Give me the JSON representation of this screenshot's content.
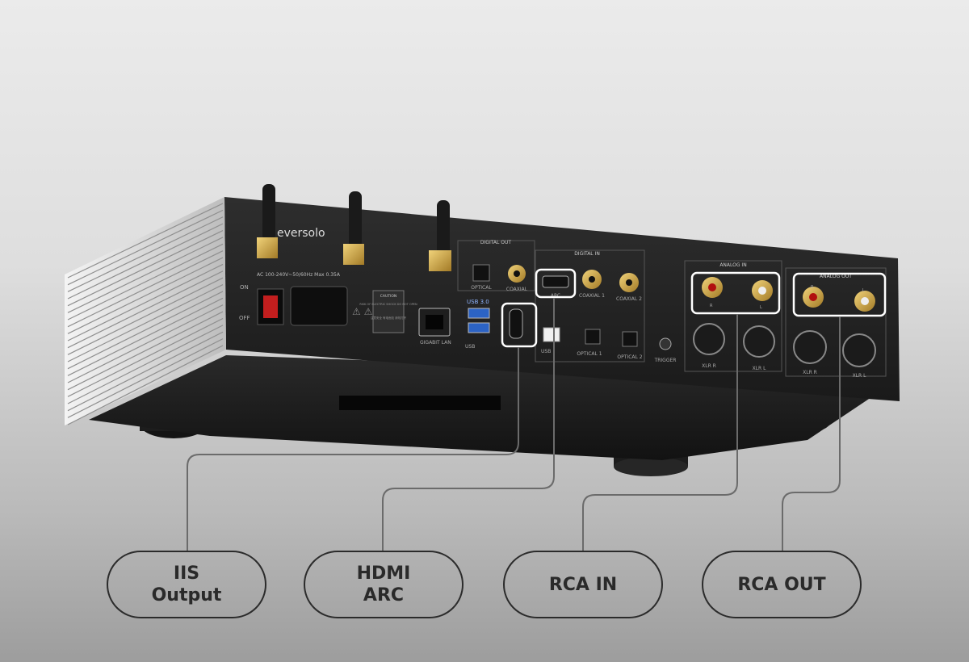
{
  "device": {
    "brand": "eversolo",
    "power": {
      "on": "ON",
      "off": "OFF",
      "rating": "AC 100-240V~50/60Hz Max 0.35A"
    },
    "caution": {
      "title": "CAUTION",
      "text_en": "RISK OF ELECTRIC SHOCK DO NOT OPEN",
      "text_zh": "注意安全 有电危险 请勿打开"
    },
    "ports": {
      "lan": "GIGABIT LAN",
      "usb_label": "USB 3.0",
      "usb_bottom": "USB",
      "digital_out": {
        "title": "DIGITAL OUT",
        "optical": "OPTICAL",
        "coaxial": "COAXIAL"
      },
      "digital_in": {
        "title": "DIGITAL IN",
        "arc": "ARC",
        "coaxial1": "COAXIAL 1",
        "coaxial2": "COAXIAL 2",
        "usb": "USB",
        "optical1": "OPTICAL 1",
        "optical2": "OPTICAL 2"
      },
      "trigger": "TRIGGER",
      "analog_in": {
        "title": "ANALOG IN",
        "r": "R",
        "l": "L",
        "xlr_r": "XLR R",
        "xlr_l": "XLR L"
      },
      "analog_out": {
        "title": "ANALOG OUT",
        "r": "R",
        "l": "L",
        "xlr_r": "XLR R",
        "xlr_l": "XLR L"
      }
    }
  },
  "callouts": [
    {
      "line1": "IIS",
      "line2": "Output"
    },
    {
      "line1": "HDMI",
      "line2": "ARC"
    },
    {
      "line1": "RCA IN",
      "line2": ""
    },
    {
      "line1": "RCA OUT",
      "line2": ""
    }
  ]
}
